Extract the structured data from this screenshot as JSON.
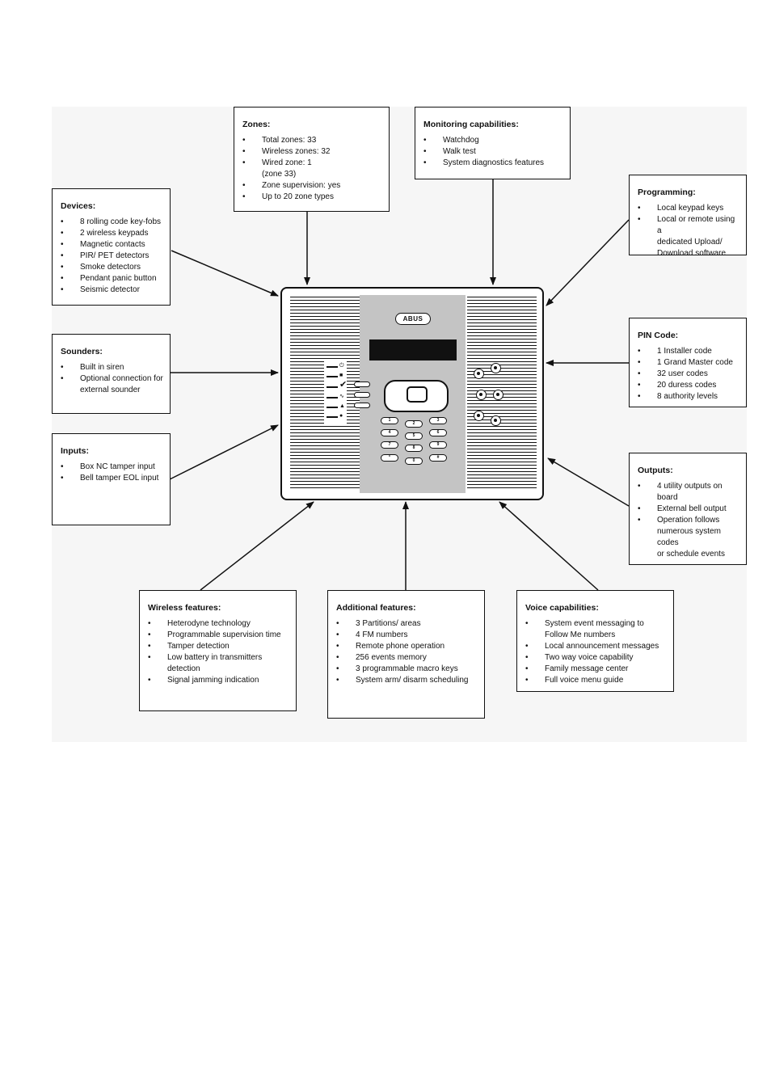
{
  "device": {
    "logo": "ABUS",
    "keys": [
      "1",
      "2",
      "3",
      "4",
      "5",
      "6",
      "7",
      "8",
      "9",
      "*",
      "0",
      "#"
    ]
  },
  "boxes": {
    "zones": {
      "title": "Zones:",
      "items": [
        "Total zones: 33",
        "Wireless zones: 32",
        "Wired zone: 1\n(zone 33)",
        "Zone supervision: yes",
        "Up to 20 zone types"
      ]
    },
    "monitoring": {
      "title": "Monitoring capabilities:",
      "items": [
        "Watchdog",
        "Walk test",
        "System diagnostics features"
      ]
    },
    "devices": {
      "title": "Devices:",
      "items": [
        "8 rolling code key-fobs",
        "2 wireless keypads",
        "Magnetic contacts",
        "PIR/ PET detectors",
        "Smoke detectors",
        "Pendant panic button",
        "Seismic detector"
      ]
    },
    "programming": {
      "title": "Programming:",
      "items": [
        "Local keypad keys",
        "Local or remote using a\ndedicated Upload/\nDownload software"
      ]
    },
    "sounders": {
      "title": "Sounders:",
      "items": [
        "Built in siren",
        "Optional connection for\nexternal sounder"
      ]
    },
    "pin_code": {
      "title": "PIN Code:",
      "items": [
        "1 Installer code",
        "1 Grand Master code",
        "32 user codes",
        "20 duress codes",
        "8 authority levels"
      ]
    },
    "inputs": {
      "title": "Inputs:",
      "items": [
        "Box NC tamper input",
        "Bell tamper EOL input"
      ]
    },
    "outputs": {
      "title": "Outputs:",
      "items": [
        "4 utility outputs on board",
        "External bell output",
        "Operation follows\nnumerous system codes\nor schedule events"
      ]
    },
    "wireless": {
      "title": "Wireless features:",
      "items": [
        "Heterodyne technology",
        "Programmable supervision time",
        "Tamper detection",
        "Low battery in transmitters\ndetection",
        "Signal jamming indication"
      ]
    },
    "additional": {
      "title": "Additional features:",
      "items": [
        "3 Partitions/ areas",
        "4 FM numbers",
        "Remote phone operation",
        "256 events memory",
        "3 programmable macro keys",
        "System arm/ disarm scheduling"
      ]
    },
    "voice": {
      "title": "Voice capabilities:",
      "items": [
        "System event messaging to\nFollow Me numbers",
        "Local announcement messages",
        "Two way voice capability",
        "Family message center",
        "Full voice menu guide"
      ]
    }
  }
}
